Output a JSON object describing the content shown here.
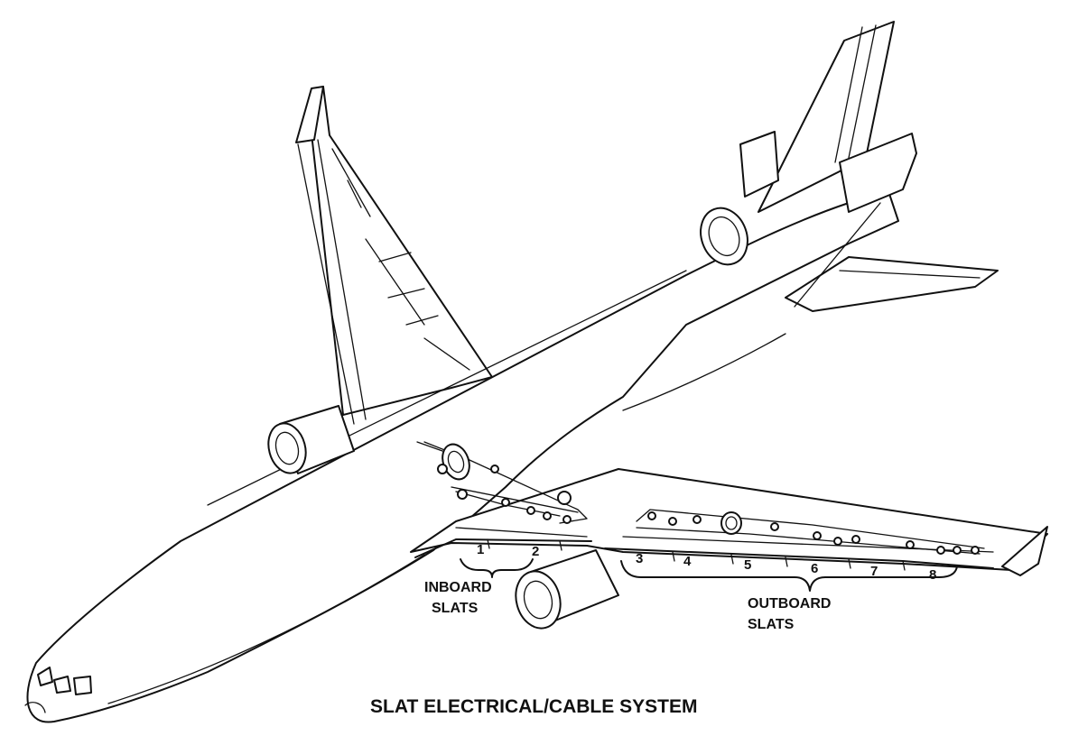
{
  "labels": {
    "inboard_line1": "INBOARD",
    "inboard_line2": "SLATS",
    "outboard_line1": "OUTBOARD",
    "outboard_line2": "SLATS",
    "title": "SLAT ELECTRICAL/CABLE SYSTEM"
  },
  "slat_numbers": {
    "s1": "1",
    "s2": "2",
    "s3": "3",
    "s4": "4",
    "s5": "5",
    "s6": "6",
    "s7": "7",
    "s8": "8"
  }
}
